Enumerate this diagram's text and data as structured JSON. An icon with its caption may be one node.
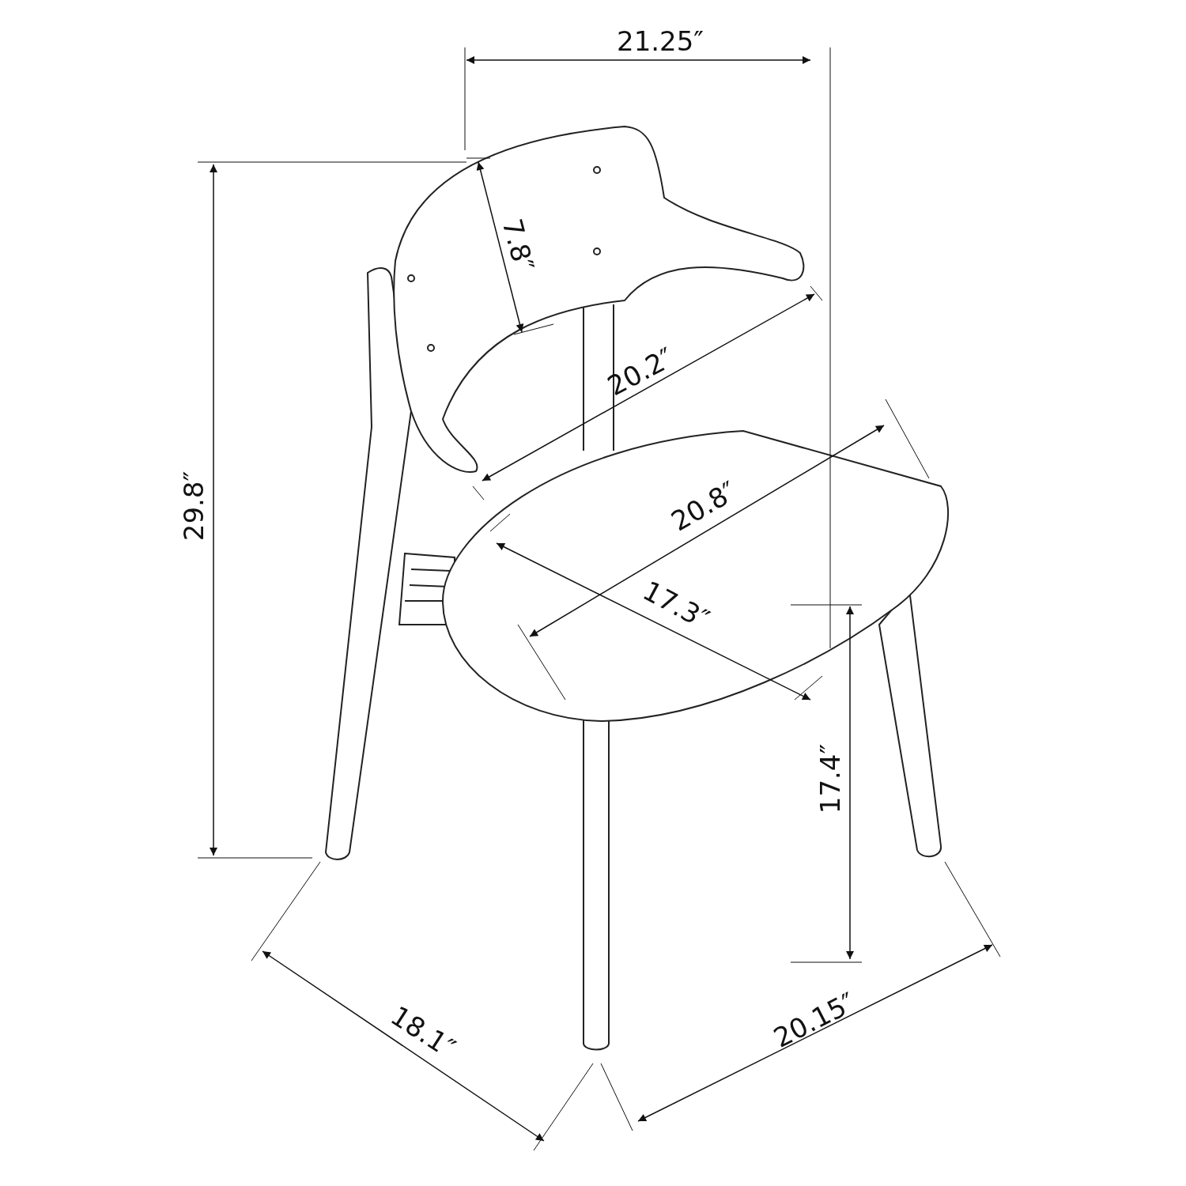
{
  "diagram": {
    "labels": [
      "21.25″",
      "7.8″",
      "20.2″",
      "29.8″",
      "20.8″",
      "17.3″",
      "17.4″",
      "18.1″",
      "20.15″"
    ]
  }
}
